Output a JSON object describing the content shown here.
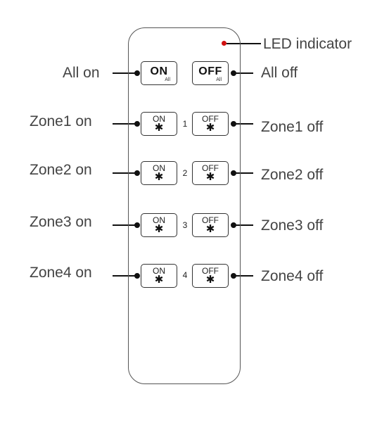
{
  "led_label": "LED indicator",
  "all": {
    "on_left_label": "All on",
    "off_right_label": "All off",
    "on_main": "ON",
    "off_main": "OFF",
    "sub": "All"
  },
  "zones": [
    {
      "num": "1",
      "on_label": "Zone1 on",
      "off_label": "Zone1 off"
    },
    {
      "num": "2",
      "on_label": "Zone2 on",
      "off_label": "Zone2 off"
    },
    {
      "num": "3",
      "on_label": "Zone3 on",
      "off_label": "Zone3 off"
    },
    {
      "num": "4",
      "on_label": "Zone4 on",
      "off_label": "Zone4 off"
    }
  ],
  "zone_button": {
    "on": "ON",
    "off": "OFF",
    "star": "✱"
  },
  "colors": {
    "led": "#d01010",
    "line": "#111111"
  }
}
